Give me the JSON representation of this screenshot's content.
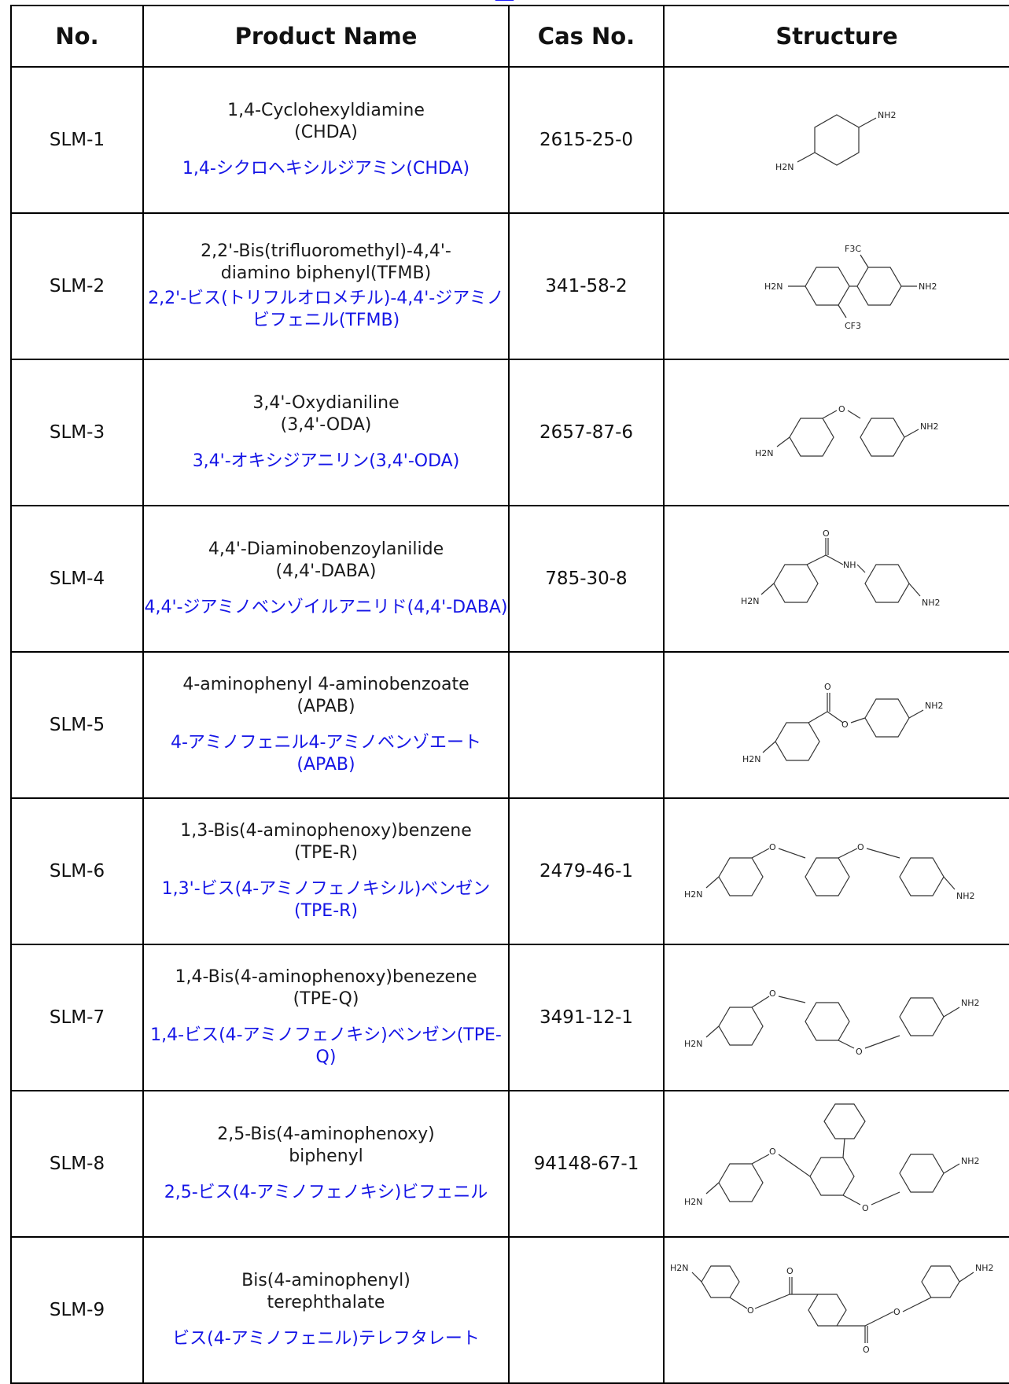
{
  "header": {
    "no": "No.",
    "product": "Product Name",
    "cas": "Cas No.",
    "structure": "Structure"
  },
  "rows": [
    {
      "no": "SLM-1",
      "en1": "1,4-Cyclohexyldiamine",
      "en2": "(CHDA)",
      "jp": "1,4-シクロヘキシルジアミン(CHDA)",
      "cas": "2615-25-0"
    },
    {
      "no": "SLM-2",
      "en1": "2,2'-Bis(trifluoromethyl)-4,4'-",
      "en2": "diamino biphenyl(TFMB)",
      "jp": "2,2'-ビス(トリフルオロメチル)-4,4'-ジアミノビフェニル(TFMB)",
      "cas": "341-58-2"
    },
    {
      "no": "SLM-3",
      "en1": "3,4'-Oxydianiline",
      "en2": "(3,4'-ODA)",
      "jp": "3,4'-オキシジアニリン(3,4'-ODA)",
      "cas": "2657-87-6"
    },
    {
      "no": "SLM-4",
      "en1": "4,4'-Diaminobenzoylanilide",
      "en2": "(4,4'-DABA)",
      "jp": "4,4'-ジアミノベンゾイルアニリド(4,4'-DABA)",
      "cas": "785-30-8"
    },
    {
      "no": "SLM-5",
      "en1": "4-aminophenyl 4-aminobenzoate",
      "en2": "(APAB)",
      "jp": "4-アミノフェニル4-アミノベンゾエート(APAB)",
      "cas": ""
    },
    {
      "no": "SLM-6",
      "en1": "1,3-Bis(4-aminophenoxy)benzene",
      "en2": "(TPE-R)",
      "jp": "1,3'-ビス(4-アミノフェノキシル)ベンゼン(TPE-R)",
      "cas": "2479-46-1"
    },
    {
      "no": "SLM-7",
      "en1": "1,4-Bis(4-aminophenoxy)benezene",
      "en2": "(TPE-Q)",
      "jp": "1,4-ビス(4-アミノフェノキシ)ベンゼン(TPE-Q)",
      "cas": "3491-12-1"
    },
    {
      "no": "SLM-8",
      "en1": "2,5-Bis(4-aminophenoxy)",
      "en2": "biphenyl",
      "jp": "2,5-ビス(4-アミノフェノキシ)ビフェニル",
      "cas": "94148-67-1"
    },
    {
      "no": "SLM-9",
      "en1": "Bis(4-aminophenyl)",
      "en2": "terephthalate",
      "jp": "ビス(4-アミノフェニル)テレフタレート",
      "cas": ""
    }
  ],
  "atoms": {
    "nh2": "NH2",
    "h2n": "H2N",
    "o": "O",
    "nh": "NH",
    "cf3": "CF3",
    "f3c": "F3C"
  }
}
